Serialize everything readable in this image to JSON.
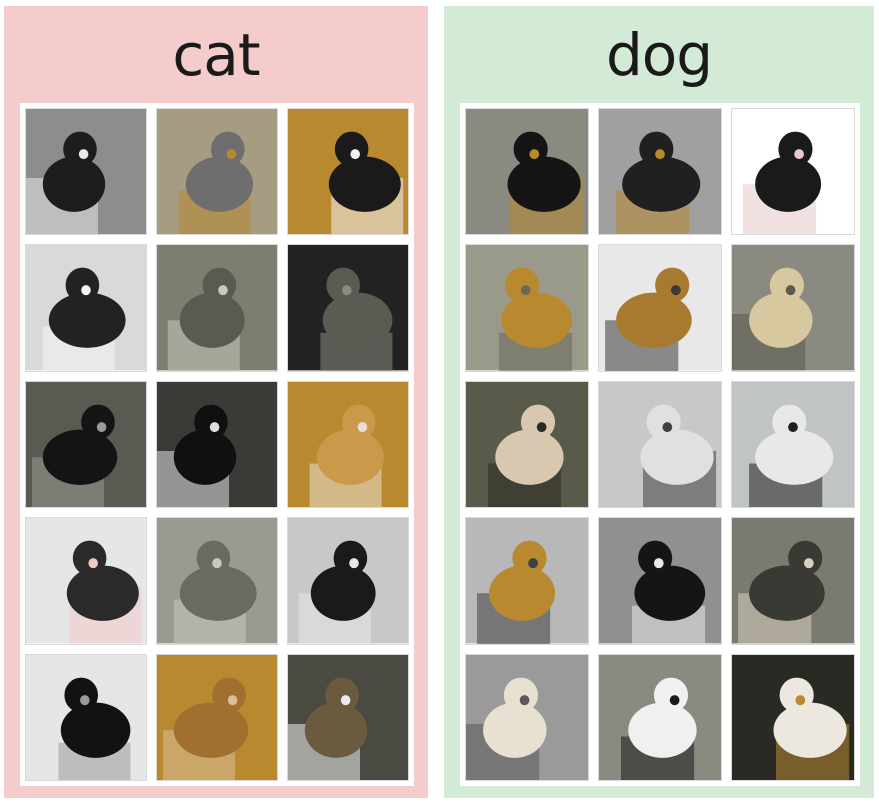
{
  "colors": {
    "cat_bg": "#f4cccc",
    "dog_bg": "#d3ead7"
  },
  "panels": [
    {
      "key": "cat",
      "title": "cat",
      "images": [
        {
          "name": "tuxedo-cat-window",
          "bg": "#8d8d8d",
          "subject": "#1d1d1d",
          "accent": "#e8e8e8"
        },
        {
          "name": "tabby-kitten-lying",
          "bg": "#a69c82",
          "subject": "#6e6e6e",
          "accent": "#b8892f"
        },
        {
          "name": "black-white-cat-box",
          "bg": "#b8892f",
          "subject": "#1a1a1a",
          "accent": "#f2f2f2"
        },
        {
          "name": "black-white-cat-closeup",
          "bg": "#d9d9d9",
          "subject": "#222222",
          "accent": "#f5f5f5"
        },
        {
          "name": "tabby-cat-curled",
          "bg": "#7d7d70",
          "subject": "#5a5a52",
          "accent": "#c9c9c0"
        },
        {
          "name": "dark-cat-face",
          "bg": "#222222",
          "subject": "#5b5b54",
          "accent": "#8a8a80"
        },
        {
          "name": "black-cat-foliage",
          "bg": "#5a5a52",
          "subject": "#141414",
          "accent": "#9a9a92"
        },
        {
          "name": "black-cat-outdoors",
          "bg": "#3a3a36",
          "subject": "#101010",
          "accent": "#e0e0e0"
        },
        {
          "name": "cat-on-orange-blanket",
          "bg": "#b8892f",
          "subject": "#c99a4a",
          "accent": "#e8e0d0"
        },
        {
          "name": "cat-in-bowl",
          "bg": "#e6e6e6",
          "subject": "#2a2a2a",
          "accent": "#f0c8c8"
        },
        {
          "name": "cat-in-tree",
          "bg": "#9a9a90",
          "subject": "#6a6a60",
          "accent": "#c8c8c0"
        },
        {
          "name": "cat-on-snowy-ledge",
          "bg": "#c8c8c8",
          "subject": "#1a1a1a",
          "accent": "#e8e8e8"
        },
        {
          "name": "dark-cat-silhouette",
          "bg": "#e6e6e6",
          "subject": "#121212",
          "accent": "#9a9a9a"
        },
        {
          "name": "abyssinian-cat",
          "bg": "#b8892f",
          "subject": "#a07030",
          "accent": "#d8c098"
        },
        {
          "name": "white-cat-in-tree",
          "bg": "#4a4a42",
          "subject": "#6a5a40",
          "accent": "#ececec"
        }
      ]
    },
    {
      "key": "dog",
      "title": "dog",
      "images": [
        {
          "name": "black-dog-rocks",
          "bg": "#8a8a80",
          "subject": "#151515",
          "accent": "#b8892f"
        },
        {
          "name": "dog-by-boat",
          "bg": "#a0a0a0",
          "subject": "#202020",
          "accent": "#b8892f"
        },
        {
          "name": "husky-closeup",
          "bg": "#ffffff",
          "subject": "#1a1a1a",
          "accent": "#e8c8c8"
        },
        {
          "name": "tan-dog-in-water",
          "bg": "#9a9a8a",
          "subject": "#b8892f",
          "accent": "#6a6a5a"
        },
        {
          "name": "shepherd-dog-standing",
          "bg": "#e8e8e8",
          "subject": "#a87a30",
          "accent": "#3a3a3a"
        },
        {
          "name": "shiba-dog-sitting",
          "bg": "#8a8a80",
          "subject": "#d8c8a0",
          "accent": "#5a5a50"
        },
        {
          "name": "dogs-in-garden",
          "bg": "#5a5a4a",
          "subject": "#d8c8b0",
          "accent": "#2a2a22"
        },
        {
          "name": "merle-dog-chewing",
          "bg": "#c8c8c8",
          "subject": "#e0e0e0",
          "accent": "#404040"
        },
        {
          "name": "dog-jumping-air",
          "bg": "#c0c4c4",
          "subject": "#e8e8e8",
          "accent": "#202020"
        },
        {
          "name": "dogs-reflection",
          "bg": "#b8b8b8",
          "subject": "#b8892f",
          "accent": "#404040"
        },
        {
          "name": "black-dog-closeup",
          "bg": "#909090",
          "subject": "#151515",
          "accent": "#e8e8e8"
        },
        {
          "name": "brindle-dog-standing",
          "bg": "#7a7a70",
          "subject": "#3a3a34",
          "accent": "#d8d0c0"
        },
        {
          "name": "dog-on-pier",
          "bg": "#9a9a9a",
          "subject": "#e8e0d0",
          "accent": "#5a5a5a"
        },
        {
          "name": "dog-carrying-item",
          "bg": "#8a8a80",
          "subject": "#f0f0f0",
          "accent": "#1a1a1a"
        },
        {
          "name": "white-spitz-lying",
          "bg": "#2a2a24",
          "subject": "#ece8e0",
          "accent": "#b8892f"
        }
      ]
    }
  ]
}
